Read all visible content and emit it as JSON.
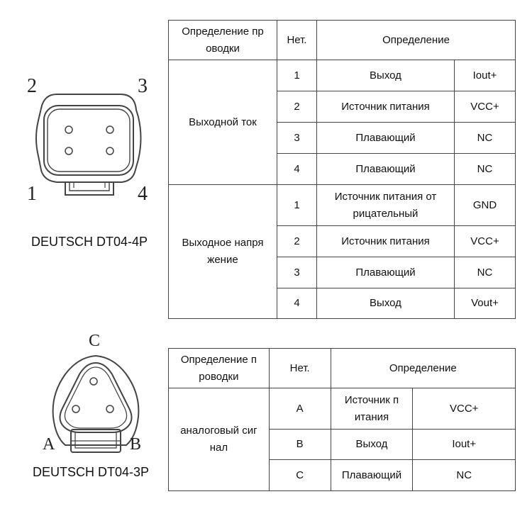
{
  "connector4": {
    "caption": "DEUTSCH DT04-4P",
    "pins": [
      "1",
      "2",
      "3",
      "4"
    ]
  },
  "connector3": {
    "caption": "DEUTSCH DT04-3P",
    "pins": [
      "A",
      "B",
      "C"
    ]
  },
  "table4": {
    "headers": {
      "wiring": "Определение пр оводки",
      "num": "Нет.",
      "definition": "Определение"
    },
    "groups": [
      {
        "label": "Выходной ток",
        "rows": [
          {
            "num": "1",
            "name": "Выход",
            "code": "Iout+"
          },
          {
            "num": "2",
            "name": "Источник питания",
            "code": "VCC+"
          },
          {
            "num": "3",
            "name": "Плавающий",
            "code": "NC"
          },
          {
            "num": "4",
            "name": "Плавающий",
            "code": "NC"
          }
        ]
      },
      {
        "label": "Выходное напря жение",
        "rows": [
          {
            "num": "1",
            "name": "Источник питания от рицательный",
            "code": "GND"
          },
          {
            "num": "2",
            "name": "Источник питания",
            "code": "VCC+"
          },
          {
            "num": "3",
            "name": "Плавающий",
            "code": "NC"
          },
          {
            "num": "4",
            "name": "Выход",
            "code": "Vout+"
          }
        ]
      }
    ]
  },
  "table3": {
    "headers": {
      "wiring": "Определение п роводки",
      "num": "Нет.",
      "definition": "Определение"
    },
    "group_label": "аналоговый сиг нал",
    "rows": [
      {
        "num": "A",
        "name": "Источник п итания",
        "code": "VCC+"
      },
      {
        "num": "B",
        "name": "Выход",
        "code": "Iout+"
      },
      {
        "num": "C",
        "name": "Плавающий",
        "code": "NC"
      }
    ]
  }
}
